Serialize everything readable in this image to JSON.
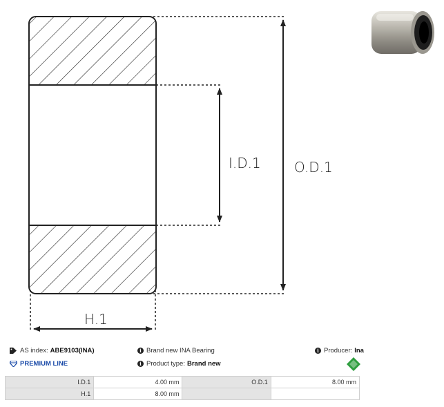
{
  "diagram": {
    "labels": {
      "id": "I.D.1",
      "od": "O.D.1",
      "h": "H.1"
    },
    "colors": {
      "stroke": "#222222",
      "hatch": "#333333"
    }
  },
  "photo": {
    "icon": "bearing-photo-icon"
  },
  "info": {
    "as_index_label": "AS index:",
    "as_index_value": "ABE9103(INA)",
    "condition": "Brand new INA Bearing",
    "producer_label": "Producer:",
    "producer_value": "Ina",
    "premium": "PREMIUM LINE",
    "product_type_label": "Product type:",
    "product_type_value": "Brand new",
    "colors": {
      "premium": "#1a4aa8",
      "brand_logo": "#2e9e3e"
    }
  },
  "specs": {
    "rows": [
      [
        {
          "label": "I.D.1",
          "value": "4.00 mm"
        },
        {
          "label": "O.D.1",
          "value": "8.00 mm"
        }
      ],
      [
        {
          "label": "H.1",
          "value": "8.00 mm"
        },
        {
          "label": "",
          "value": ""
        }
      ]
    ]
  }
}
